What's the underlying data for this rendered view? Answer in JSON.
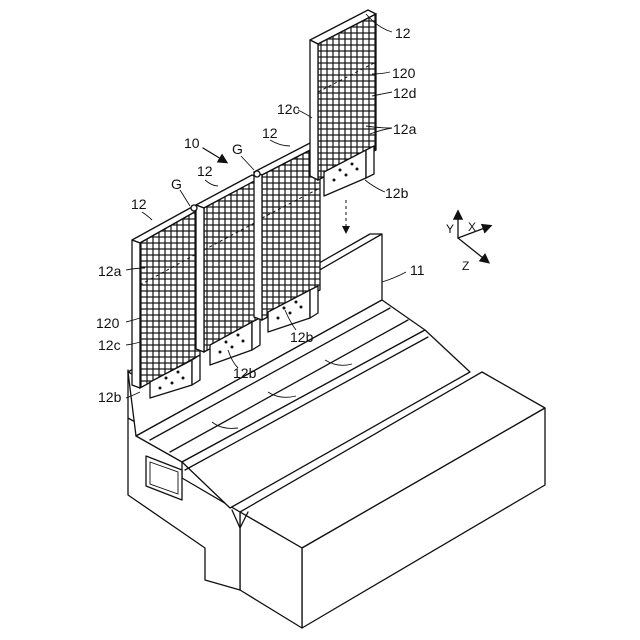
{
  "labels": {
    "l12_right": "12",
    "l120_right": "120",
    "l12d": "12d",
    "l12a_right": "12a",
    "l12c_top": "12c",
    "l12_mid2": "12",
    "l10": "10",
    "lG_upper": "G",
    "l12_mid1": "12",
    "lG_lower": "G",
    "l12_left": "12",
    "l12b_right": "12b",
    "l11": "11",
    "l12a_left": "12a",
    "l120_left": "120",
    "l12c_left": "12c",
    "l12b_mid2": "12b",
    "l12b_mid1": "12b",
    "l12b_left": "12b"
  },
  "axes": {
    "y": "Y",
    "x": "X",
    "z": "Z"
  }
}
